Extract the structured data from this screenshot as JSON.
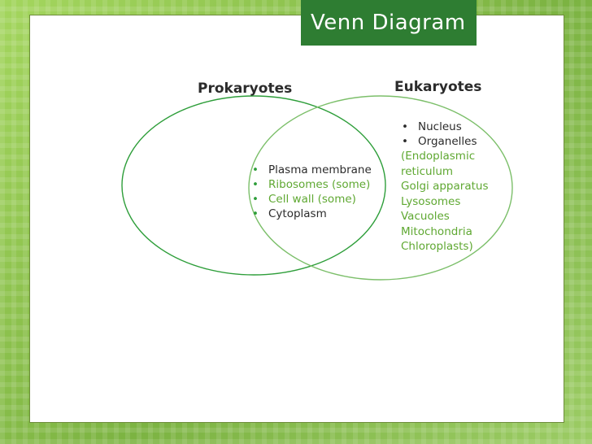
{
  "title": "Venn Diagram",
  "sets": {
    "left": {
      "label": "Prokaryotes"
    },
    "right": {
      "label": "Eukaryotes"
    }
  },
  "shared_items": [
    {
      "text": "Plasma membrane",
      "color": "#2b2b2b"
    },
    {
      "text": "Ribosomes (some)",
      "color": "#5fa832"
    },
    {
      "text": "Cell wall (some)",
      "color": "#5fa832"
    },
    {
      "text": "Cytoplasm",
      "color": "#2b2b2b"
    }
  ],
  "eukaryote_items": [
    {
      "text": "Nucleus",
      "color": "#2b2b2b"
    },
    {
      "text": "Organelles",
      "color": "#2b2b2b"
    }
  ],
  "organelle_details": [
    "(Endoplasmic",
    "reticulum",
    "Golgi apparatus",
    "Lysosomes",
    "Vacuoles",
    "Mitochondria",
    "Chloroplasts)"
  ],
  "colors": {
    "title_bg": "#2e7d32",
    "left_circle": "#2e9e3a",
    "right_circle": "#7cbf6a",
    "accent_text": "#5fa832",
    "bullet_shared": "#2e9e3a"
  }
}
